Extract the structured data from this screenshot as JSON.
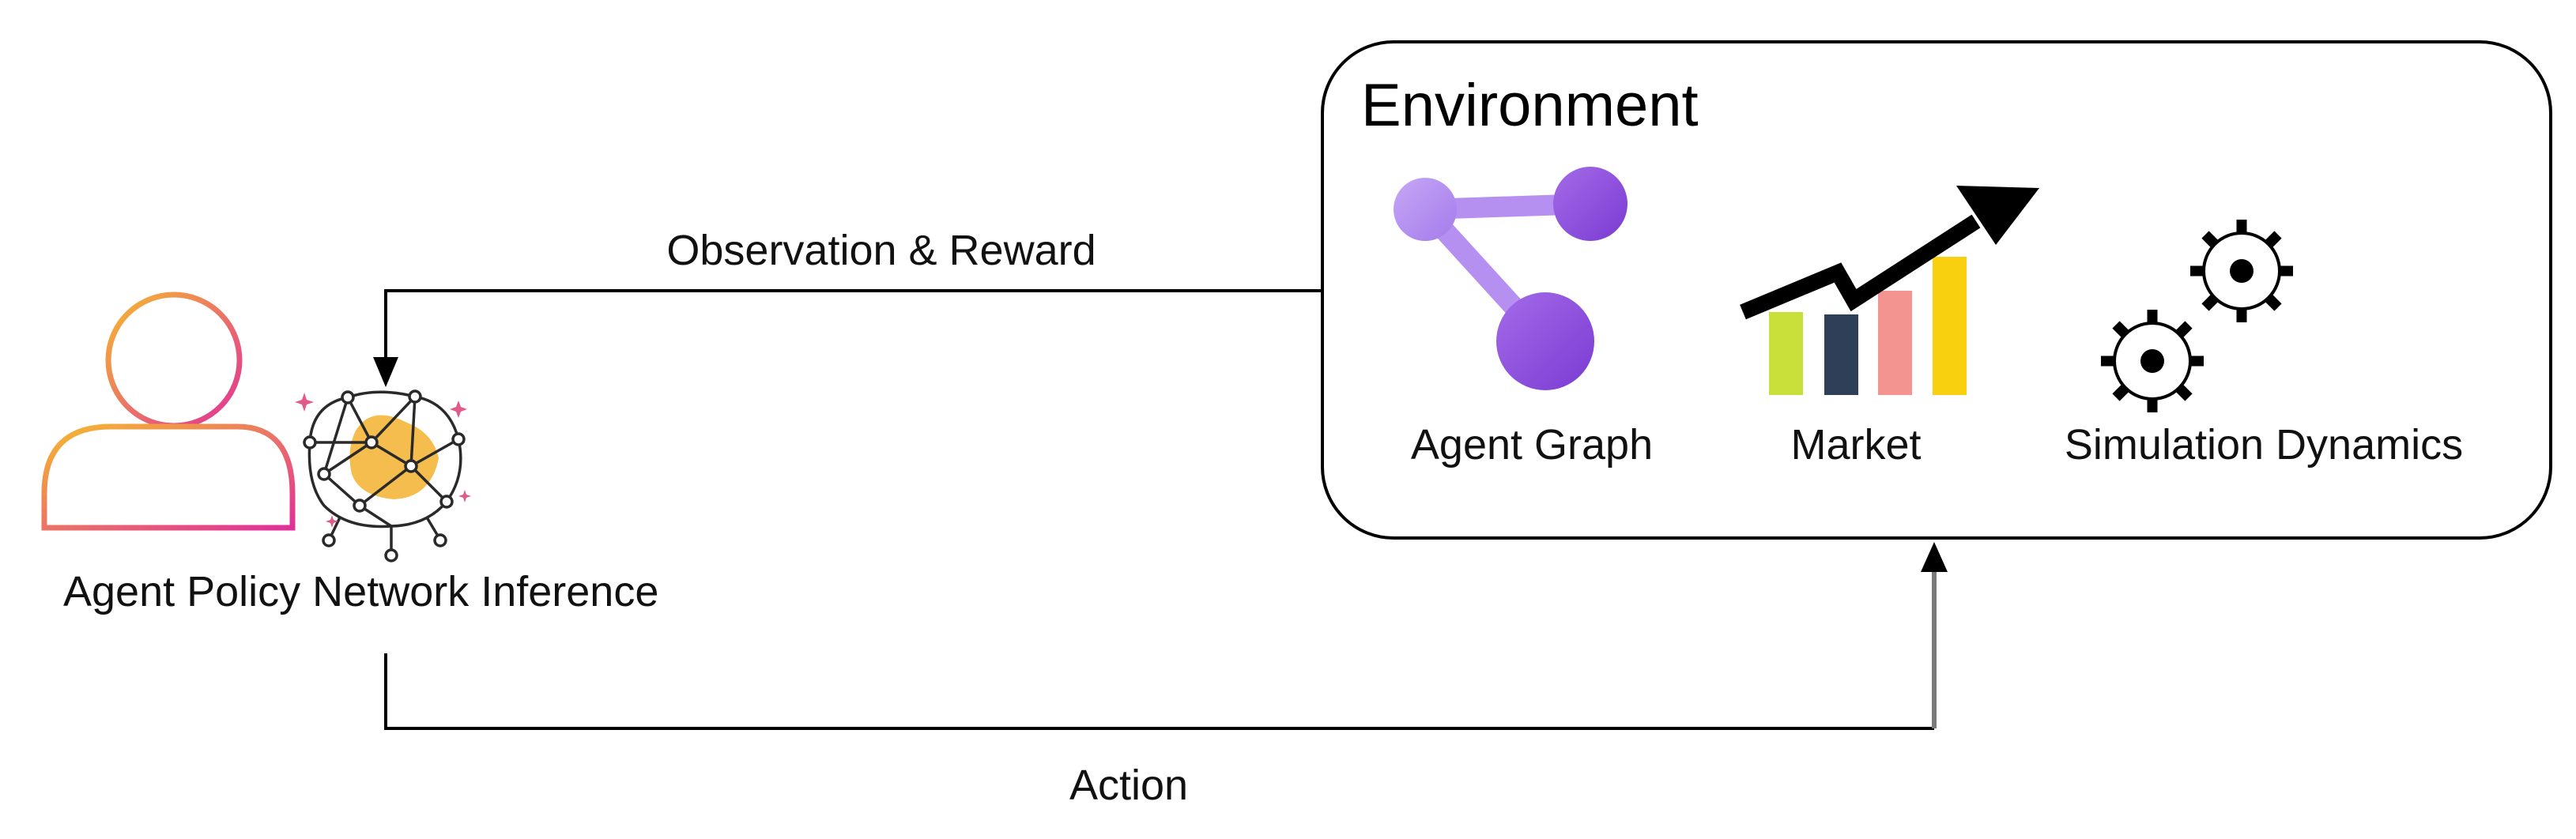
{
  "agent": {
    "label": "Agent Policy Network Inference",
    "icons": [
      "user-icon",
      "neural-network-brain-icon"
    ]
  },
  "environment": {
    "title": "Environment",
    "components": [
      {
        "label": "Agent Graph",
        "icon": "graph-icon"
      },
      {
        "label": "Market",
        "icon": "market-bar-chart-icon"
      },
      {
        "label": "Simulation Dynamics",
        "icon": "gears-icon"
      }
    ]
  },
  "edges": {
    "observation_reward": "Observation & Reward",
    "action": "Action"
  },
  "colors": {
    "user_gradient_start": "#F6B92E",
    "user_gradient_end": "#E0309A",
    "brain_fill": "#F4B63A",
    "graph_purple_light": "#B590F0",
    "graph_purple_dark": "#8545DA",
    "market_bar_1": "#C9E03B",
    "market_bar_2": "#2E3F57",
    "market_bar_3": "#F39490",
    "market_bar_4": "#F8D010",
    "sparkle": "#E05A8A"
  }
}
